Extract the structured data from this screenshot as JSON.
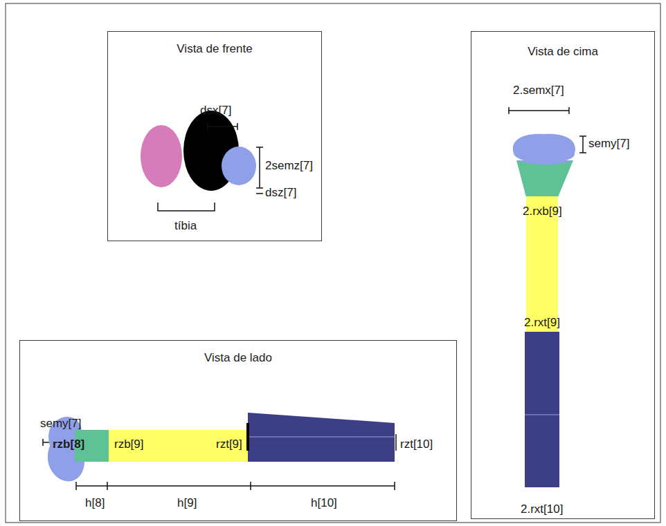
{
  "diagram": {
    "nodes": [
      {
        "text": [
          "Vista de frente"
        ]
      },
      {
        "text": [
          "Vista de cima"
        ]
      },
      {
        "text": [
          "Vista de lado"
        ]
      }
    ],
    "labels": [
      "dsx[7]",
      "2semz[7]",
      "dsz[7]",
      "tíbia",
      "2.semx[7]",
      "semy[7]",
      "2.rxb[9]",
      "2.rxt[9]",
      "2.rxt[10]",
      "semy[7]",
      "rzb[8]",
      "rzb[9]",
      "rzt[9]",
      "rzt[10]",
      "h[8]",
      "h[9]",
      "h[10]"
    ]
  }
}
